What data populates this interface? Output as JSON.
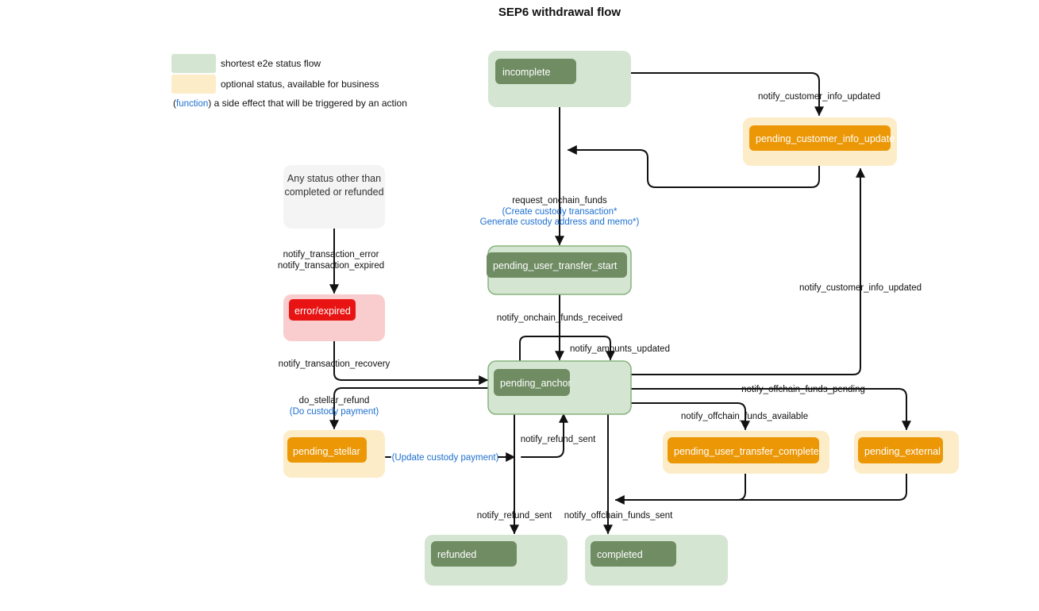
{
  "title": "SEP6 withdrawal flow",
  "legend": {
    "items": [
      {
        "swatch": "#d4e6d1",
        "text": "shortest e2e status flow"
      },
      {
        "swatch": "#fdecc8",
        "text": "optional status, available for business"
      }
    ],
    "function_note": {
      "open_paren": "(",
      "keyword": "function",
      "close_paren": ")",
      "text": " a side effect that will be triggered by an action"
    }
  },
  "colors": {
    "green_outer": "#d4e6d1",
    "green_inner": "#6f8c63",
    "green_border": "#86b37d",
    "orange_outer": "#fdecc8",
    "orange_inner": "#eb9706",
    "red_outer": "#f9cdcd",
    "red_inner": "#e81414",
    "ghost_fill": "#f4f4f4",
    "edge": "#111111",
    "function_blue": "#1d6fd0"
  },
  "nodes": [
    {
      "id": "incomplete",
      "label": "incomplete",
      "kind": "green"
    },
    {
      "id": "pending_customer_info_update",
      "label": "pending_customer_info_update",
      "kind": "orange"
    },
    {
      "id": "ghost_any_status",
      "label_line1": "Any status other than",
      "label_line2": "completed or refunded",
      "kind": "ghost"
    },
    {
      "id": "error_expired",
      "label": "error/expired",
      "kind": "red"
    },
    {
      "id": "pending_user_transfer_start",
      "label": "pending_user_transfer_start",
      "kind": "green"
    },
    {
      "id": "pending_anchor",
      "label": "pending_anchor",
      "kind": "green"
    },
    {
      "id": "pending_stellar",
      "label": "pending_stellar",
      "kind": "orange"
    },
    {
      "id": "pending_user_transfer_complete",
      "label": "pending_user_transfer_complete",
      "kind": "orange"
    },
    {
      "id": "pending_external",
      "label": "pending_external",
      "kind": "orange"
    },
    {
      "id": "refunded",
      "label": "refunded",
      "kind": "green"
    },
    {
      "id": "completed",
      "label": "completed",
      "kind": "green"
    }
  ],
  "edges": [
    {
      "id": "e1",
      "from": "incomplete",
      "to": "pending_customer_info_update",
      "label": "notify_customer_info_updated"
    },
    {
      "id": "e2",
      "from": "pending_customer_info_update",
      "to": "incomplete",
      "label": ""
    },
    {
      "id": "e3",
      "from": "incomplete",
      "to": "pending_user_transfer_start",
      "label": "request_onchain_funds",
      "functions": [
        "(Create custody transaction*",
        "Generate custody address and memo*)"
      ]
    },
    {
      "id": "e4",
      "from": "ghost_any_status",
      "to": "error_expired",
      "label_lines": [
        "notify_transaction_error",
        "notify_transaction_expired"
      ]
    },
    {
      "id": "e5",
      "from": "error_expired",
      "to": "pending_anchor",
      "label": "notify_transaction_recovery"
    },
    {
      "id": "e6",
      "from": "pending_user_transfer_start",
      "to": "pending_anchor",
      "label": "notify_onchain_funds_received"
    },
    {
      "id": "e7",
      "from": "pending_anchor",
      "to": "pending_anchor",
      "label": "notify_amounts_updated"
    },
    {
      "id": "e8",
      "from": "pending_anchor",
      "to": "pending_stellar",
      "label": "do_stellar_refund",
      "functions": [
        "(Do custody payment)"
      ]
    },
    {
      "id": "e9",
      "from": "pending_stellar",
      "to": "pending_anchor",
      "functions": [
        "(Update custody payment)"
      ]
    },
    {
      "id": "e10",
      "from": "pending_anchor",
      "to": "pending_anchor",
      "label": "notify_refund_sent"
    },
    {
      "id": "e11",
      "from": "pending_anchor",
      "to": "pending_customer_info_update",
      "label": "notify_customer_info_updated"
    },
    {
      "id": "e12",
      "from": "pending_anchor",
      "to": "pending_external",
      "label": "notify_offchain_funds_pending"
    },
    {
      "id": "e13",
      "from": "pending_anchor",
      "to": "pending_user_transfer_complete",
      "label": "notify_offchain_funds_available"
    },
    {
      "id": "e14",
      "from": "pending_anchor",
      "to": "refunded",
      "label": "notify_refund_sent"
    },
    {
      "id": "e15",
      "from": "pending_anchor",
      "to": "completed",
      "label": "notify_offchain_funds_sent"
    },
    {
      "id": "e16",
      "from": "pending_user_transfer_complete",
      "to": "completed",
      "label": ""
    },
    {
      "id": "e17",
      "from": "pending_external",
      "to": "completed",
      "label": ""
    }
  ]
}
